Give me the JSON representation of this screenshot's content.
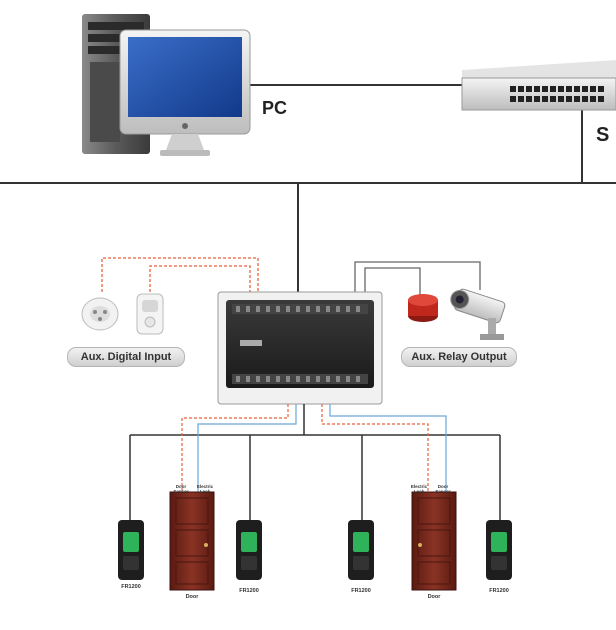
{
  "labels": {
    "pc": "PC",
    "switch_partial": "S",
    "aux_digital_input": "Aux. Digital Input",
    "aux_relay_output": "Aux. Relay Output",
    "reader_model": "FR1200",
    "door": "Door",
    "door_sensor": "Door Sensor",
    "electric_lock": "Electric Lock"
  },
  "colors": {
    "tcp_line": "#333333",
    "signal_dashed": "#e8623a",
    "signal_blue": "#6aa8d8",
    "relay_wire": "#555555",
    "door_wood": "#7a2a1e",
    "controller_body": "#2b2b2b",
    "reader_body": "#1e1e1e",
    "fingerprint_window": "#2fb35a",
    "alarm_red": "#c0281e"
  },
  "icons": [
    "pc-tower-icon",
    "monitor-icon",
    "network-switch-icon",
    "smoke-detector-icon",
    "pir-sensor-icon",
    "siren-icon",
    "cctv-camera-icon",
    "access-controller-icon",
    "fingerprint-reader-icon",
    "door-icon"
  ]
}
